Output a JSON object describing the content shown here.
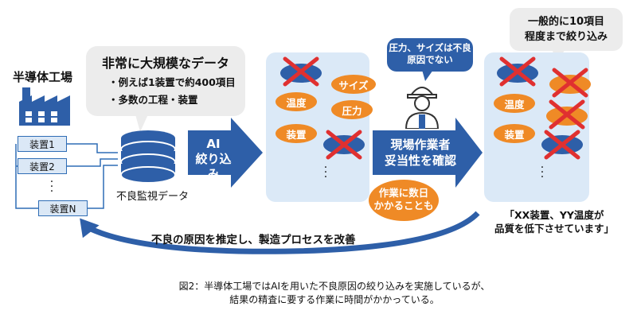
{
  "factory": {
    "title": "半導体工場"
  },
  "devices": [
    "装置1",
    "装置2",
    "装置N"
  ],
  "bubble_data": {
    "heading": "非常に大規模なデータ",
    "bullets": [
      "・例えば1装置で約400項目",
      "・多数の工程・装置"
    ]
  },
  "database": {
    "label": "不良監視データ"
  },
  "ai_arrow": {
    "line1": "AI",
    "line2": "絞り込み"
  },
  "panel_left": {
    "items": [
      {
        "label": "",
        "color": "blue",
        "crossed": true
      },
      {
        "label": "サイズ",
        "color": "orange",
        "crossed": false
      },
      {
        "label": "温度",
        "color": "orange",
        "crossed": false
      },
      {
        "label": "圧力",
        "color": "orange",
        "crossed": false
      },
      {
        "label": "装置",
        "color": "orange",
        "crossed": false
      },
      {
        "label": "",
        "color": "blue",
        "crossed": true
      }
    ]
  },
  "worker": {
    "bubble": "圧力、サイズは不良原因でない",
    "arrow_line1": "現場作業者",
    "arrow_line2": "妥当性を確認",
    "days_line1": "作業に数日",
    "days_line2": "かかることも"
  },
  "panel_right": {
    "items": [
      {
        "label": "",
        "color": "blue",
        "crossed": true
      },
      {
        "label": "",
        "color": "orange",
        "crossed": true
      },
      {
        "label": "温度",
        "color": "orange",
        "crossed": false
      },
      {
        "label": "",
        "color": "orange",
        "crossed": true
      },
      {
        "label": "装置",
        "color": "orange",
        "crossed": false
      },
      {
        "label": "",
        "color": "blue",
        "crossed": true
      }
    ]
  },
  "summary_bubble": {
    "line1": "一般的に10項目",
    "line2": "程度まで絞り込み"
  },
  "result": {
    "line1": "「XX装置、YY温度が",
    "line2": "品質を低下させています」"
  },
  "loop": {
    "label": "不良の原因を推定し、製造プロセスを改善"
  },
  "caption": {
    "line1": "図2：半導体工場ではAIを用いた不良原因の絞り込みを実施しているが、",
    "line2": "結果の精査に要する作業に時間がかかっている。"
  },
  "colors": {
    "blue": "#2e5fa8",
    "orange": "#ef8a26",
    "panel": "#dbe9f7",
    "bubble_gray": "#ececec"
  }
}
